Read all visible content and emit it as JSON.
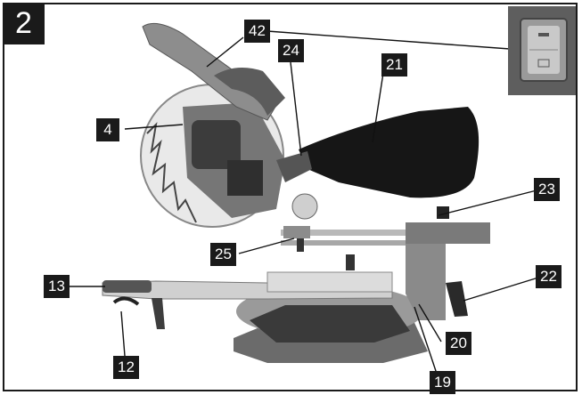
{
  "figure_number": "2",
  "callouts": [
    {
      "id": "c42",
      "label": "42"
    },
    {
      "id": "c24",
      "label": "24"
    },
    {
      "id": "c21",
      "label": "21"
    },
    {
      "id": "c4",
      "label": "4"
    },
    {
      "id": "c23",
      "label": "23"
    },
    {
      "id": "c25",
      "label": "25"
    },
    {
      "id": "c13",
      "label": "13"
    },
    {
      "id": "c22",
      "label": "22"
    },
    {
      "id": "c20",
      "label": "20"
    },
    {
      "id": "c12",
      "label": "12"
    },
    {
      "id": "c19",
      "label": "19"
    }
  ],
  "colors": {
    "label_bg": "#1a1a1a",
    "label_text": "#ffffff",
    "body": "#7d7d7d",
    "metal": "#c8c8c8",
    "dark": "#2e2e2e"
  }
}
